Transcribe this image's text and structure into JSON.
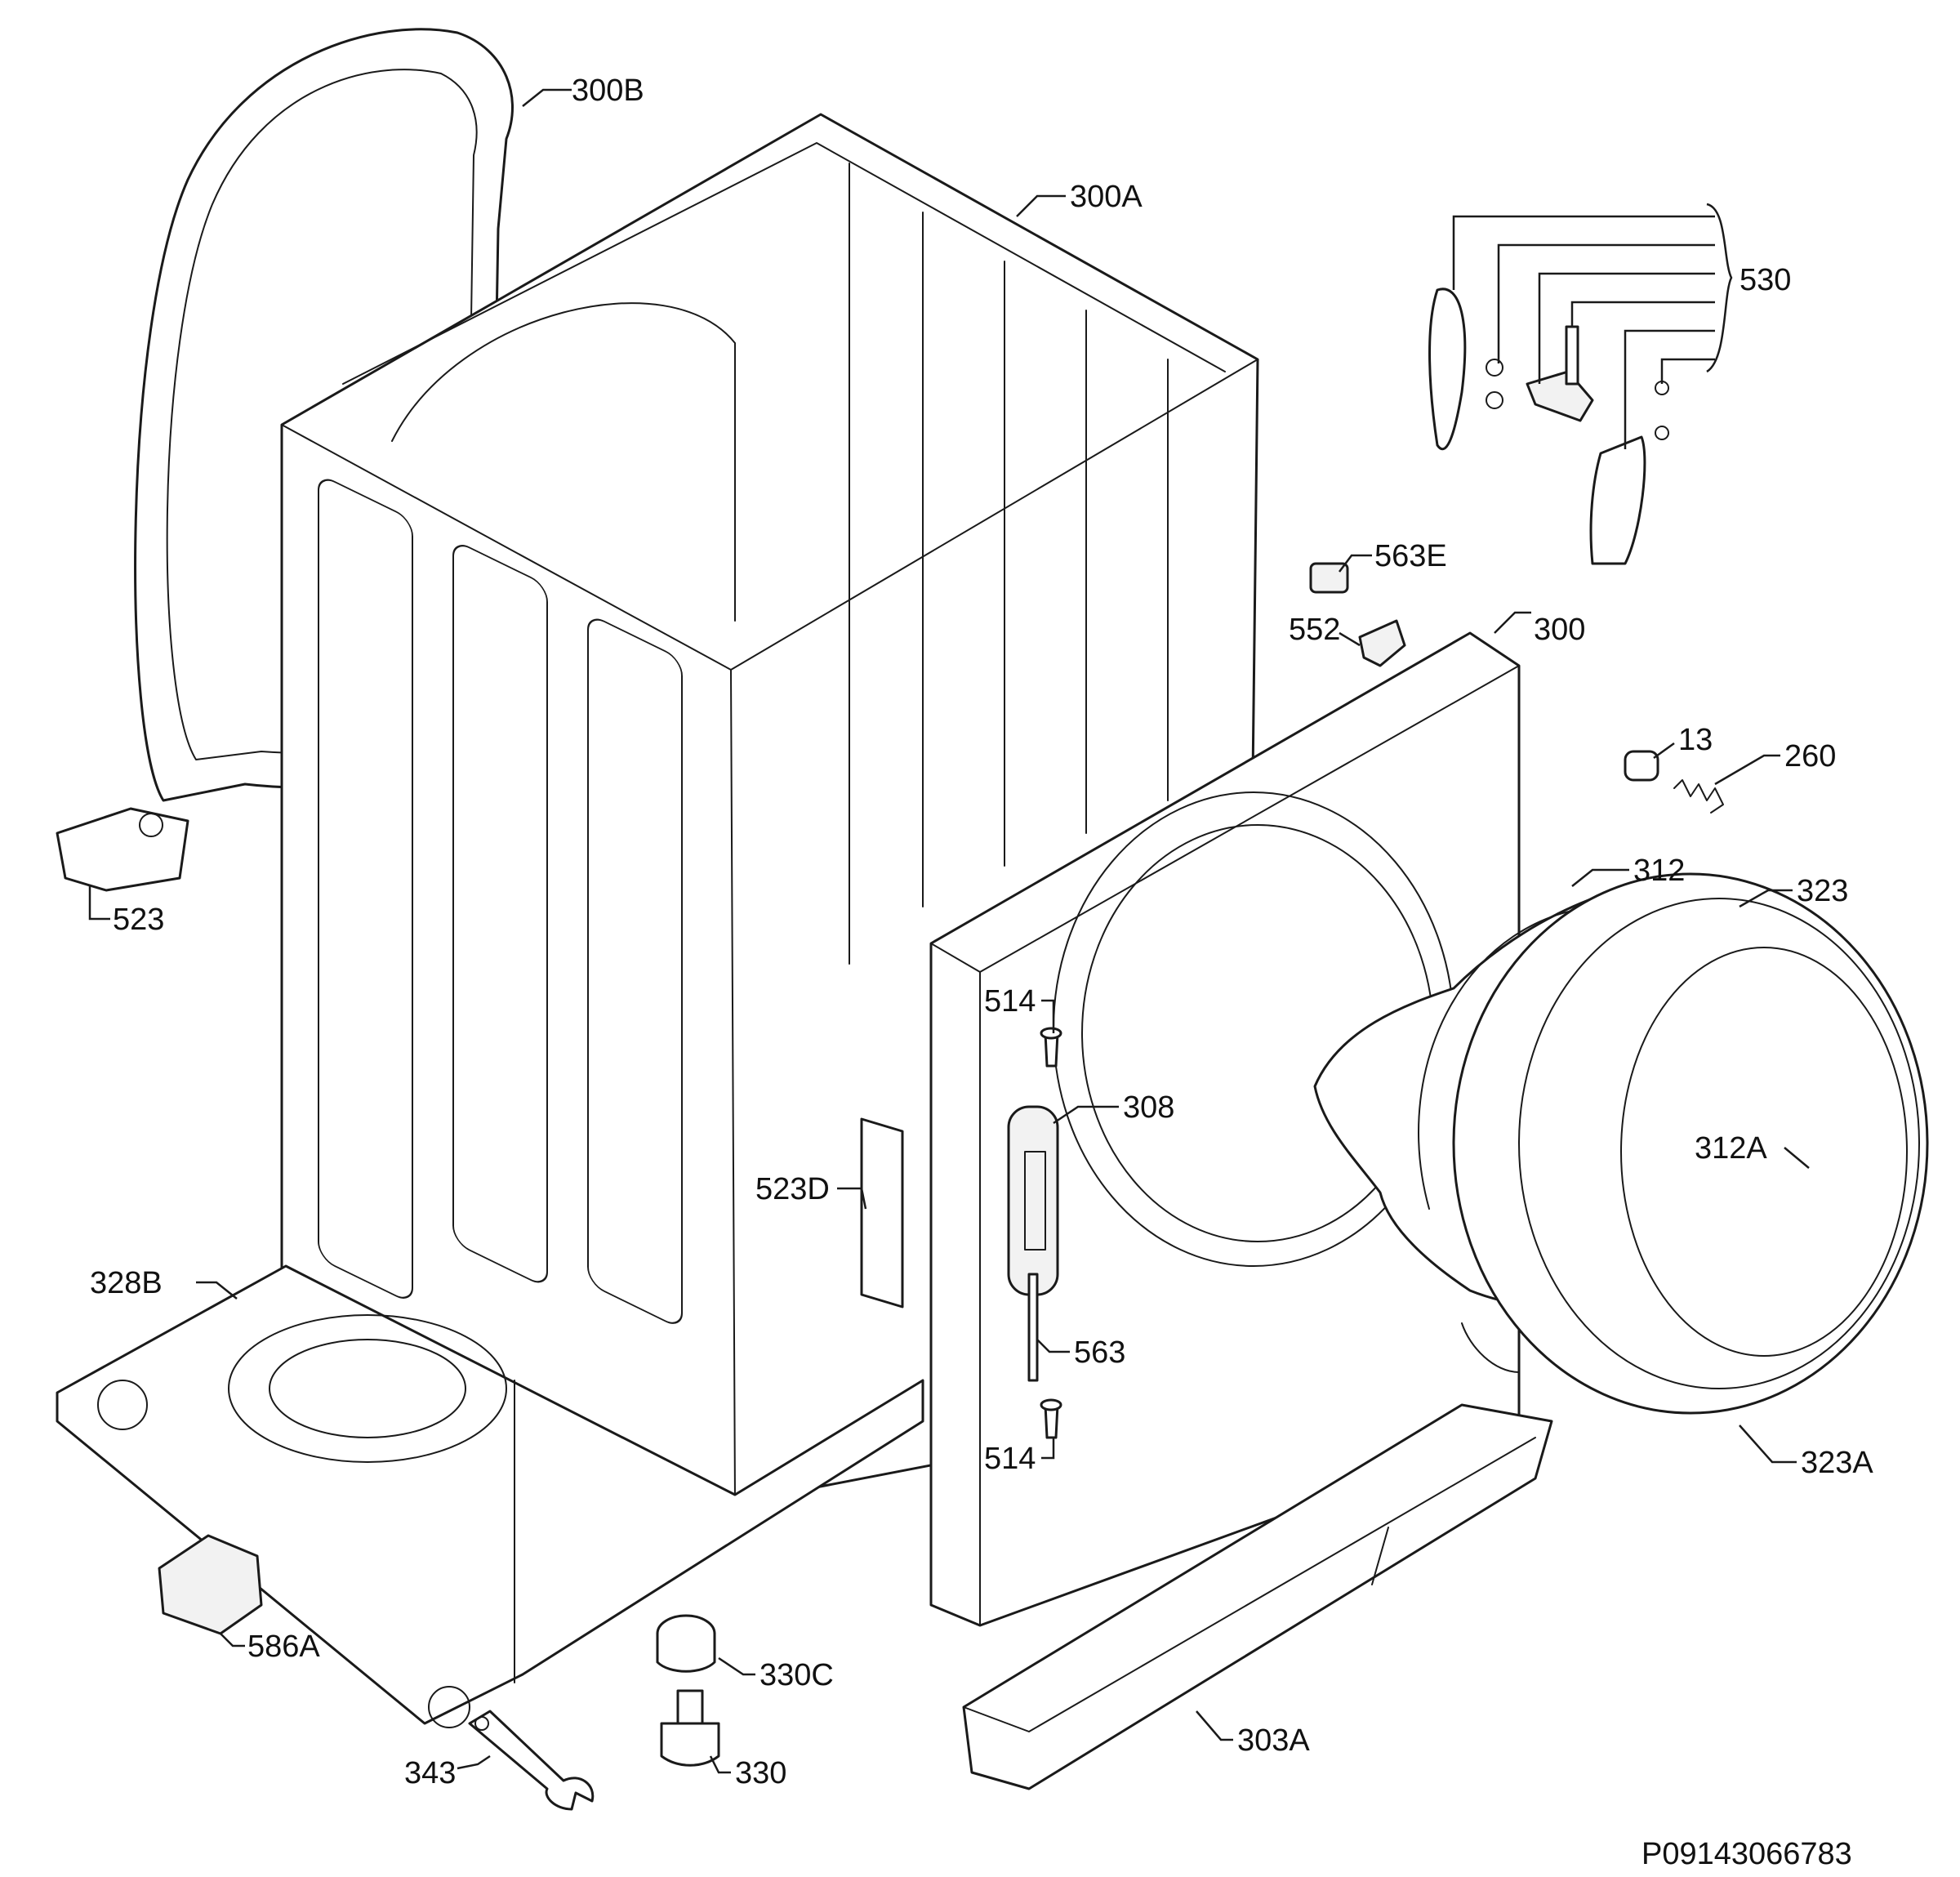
{
  "parts": [
    {
      "id": "300B",
      "label": "300B"
    },
    {
      "id": "300A",
      "label": "300A"
    },
    {
      "id": "530",
      "label": "530"
    },
    {
      "id": "563E",
      "label": "563E"
    },
    {
      "id": "552",
      "label": "552"
    },
    {
      "id": "300",
      "label": "300"
    },
    {
      "id": "13",
      "label": "13"
    },
    {
      "id": "260",
      "label": "260"
    },
    {
      "id": "523",
      "label": "523"
    },
    {
      "id": "312",
      "label": "312"
    },
    {
      "id": "323",
      "label": "323"
    },
    {
      "id": "514a",
      "label": "514"
    },
    {
      "id": "308",
      "label": "308"
    },
    {
      "id": "312A",
      "label": "312A"
    },
    {
      "id": "523D",
      "label": "523D"
    },
    {
      "id": "328B",
      "label": "328B"
    },
    {
      "id": "563",
      "label": "563"
    },
    {
      "id": "514b",
      "label": "514"
    },
    {
      "id": "323A",
      "label": "323A"
    },
    {
      "id": "586A",
      "label": "586A"
    },
    {
      "id": "330C",
      "label": "330C"
    },
    {
      "id": "303A",
      "label": "303A"
    },
    {
      "id": "343",
      "label": "343"
    },
    {
      "id": "330",
      "label": "330"
    }
  ],
  "reference_number": "P09143066783"
}
